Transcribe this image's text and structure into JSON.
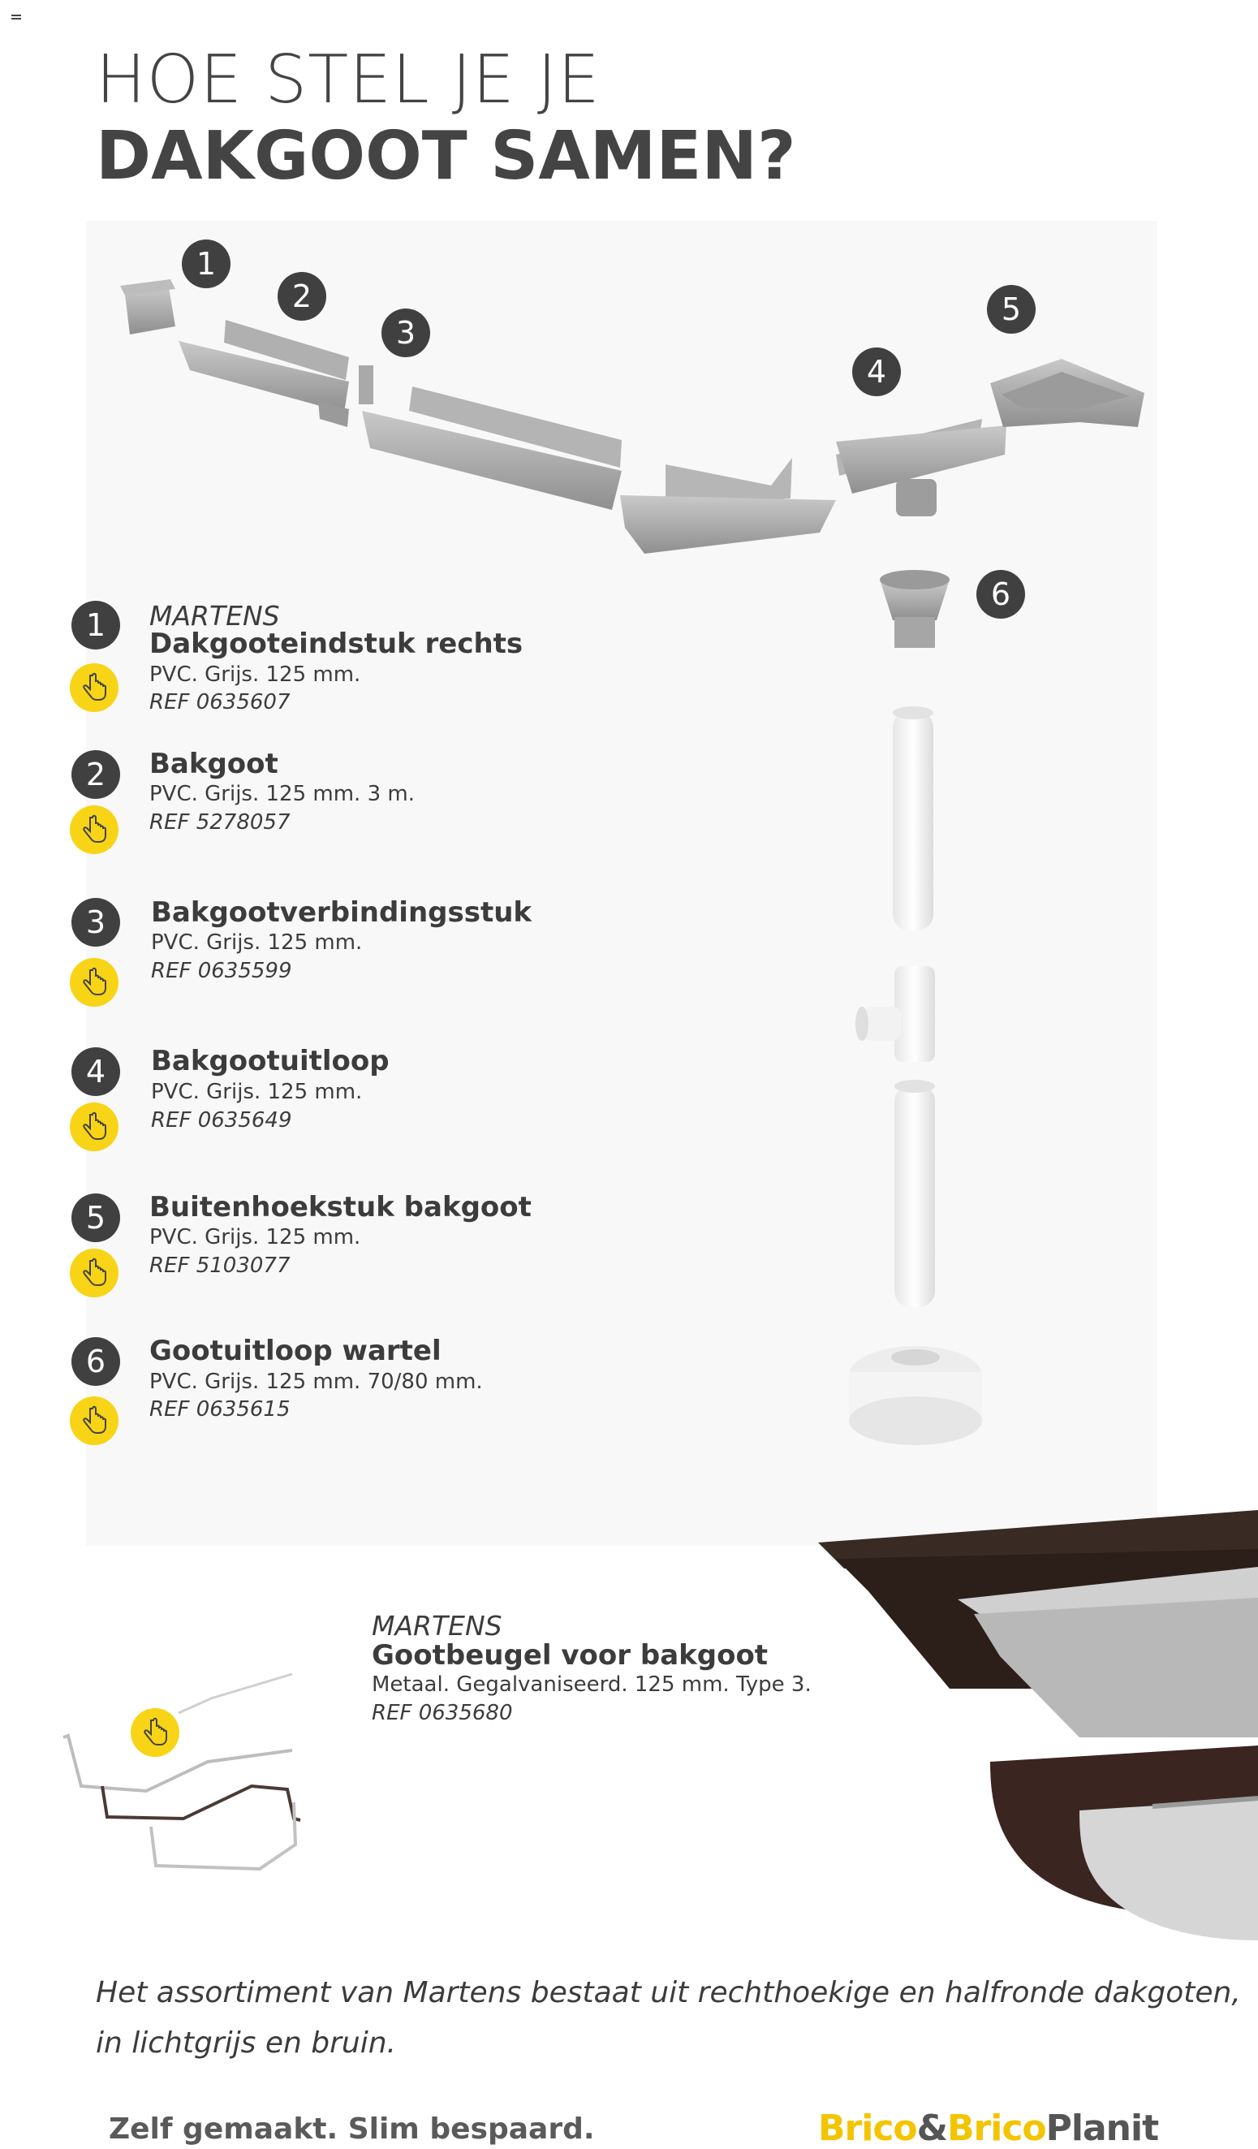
{
  "title": {
    "line1": "HOE STEL JE JE",
    "line2": "DAKGOOT SAMEN?"
  },
  "diagram_numbers": [
    "1",
    "2",
    "3",
    "4",
    "5",
    "6"
  ],
  "items": [
    {
      "num": "1",
      "brand": "MARTENS",
      "name": "Dakgooteindstuk rechts",
      "spec": "PVC. Grijs. 125 mm.",
      "ref": "REF 0635607"
    },
    {
      "num": "2",
      "name": "Bakgoot",
      "spec": "PVC. Grijs. 125 mm. 3 m.",
      "ref": "REF 5278057"
    },
    {
      "num": "3",
      "name": "Bakgootverbindingsstuk",
      "spec": "PVC. Grijs. 125 mm.",
      "ref": "REF 0635599"
    },
    {
      "num": "4",
      "name": "Bakgootuitloop",
      "spec": "PVC. Grijs. 125 mm.",
      "ref": "REF 0635649"
    },
    {
      "num": "5",
      "name": "Buitenhoekstuk bakgoot",
      "spec": "PVC. Grijs. 125 mm.",
      "ref": "REF 5103077"
    },
    {
      "num": "6",
      "name": "Gootuitloop wartel",
      "spec": "PVC. Grijs. 125 mm. 70/80 mm.",
      "ref": "REF 0635615"
    }
  ],
  "bracket": {
    "brand": "MARTENS",
    "name": "Gootbeugel voor bakgoot",
    "spec": "Metaal. Gegalvaniseerd. 125 mm. Type 3.",
    "ref": "REF 0635680"
  },
  "footer": {
    "line1": "Het assortiment van Martens bestaat uit rechthoekige en halfronde dakgoten,",
    "line2": "in lichtgrijs en bruin.",
    "slogan": "Zelf gemaakt. Slim bespaard.",
    "logo_part1": "Brico",
    "logo_amp": "&",
    "logo_part2": "Brico",
    "logo_part3": "Planit"
  },
  "colors": {
    "badge": "#404040",
    "pointer_badge": "#f8d417",
    "text": "#3c3c3c",
    "brand_yellow": "#f3c400"
  },
  "icons": {
    "pointer": "hand-pointer-icon",
    "menu": "menu-icon"
  }
}
